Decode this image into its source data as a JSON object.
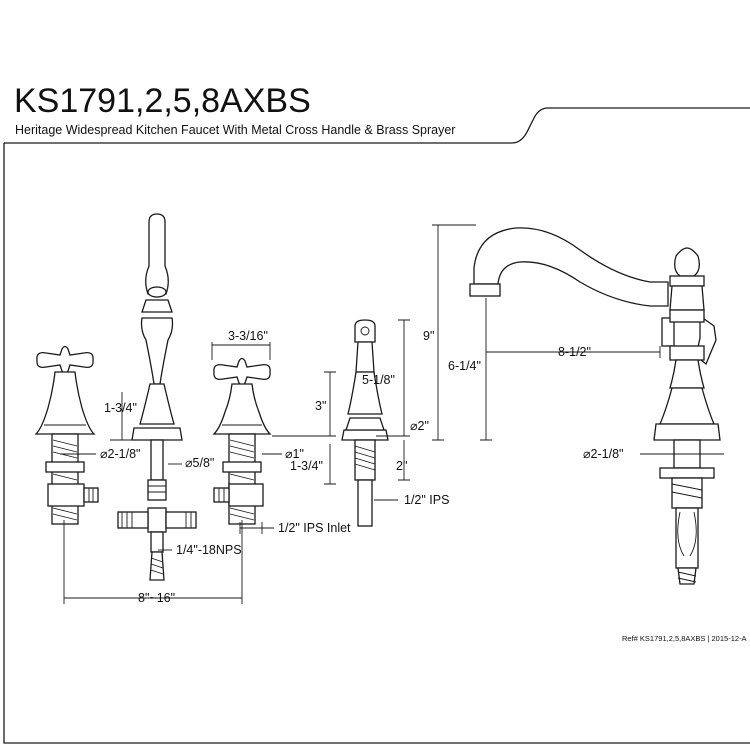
{
  "header": {
    "model": "KS1791,2,5,8AXBS",
    "description": "Heritage Widespread Kitchen Faucet With Metal Cross Handle & Brass Sprayer"
  },
  "dimensions": {
    "handle_width": "3-3/16\"",
    "spout_height": "9\"",
    "spout_clearance": "6-1/4\"",
    "spout_reach": "8-1/2\"",
    "sprayer_height": "5-1/8\"",
    "handle_height": "3\"",
    "stem_height": "1-3/4\"",
    "shank_length_left": "1-3/4\"",
    "shank_length_sprayer": "2\"",
    "base_diameter_left": "⌀2-1/8\"",
    "base_diameter_right": "⌀2-1/8\"",
    "hose_diameter": "⌀5/8\"",
    "shank_diameter": "⌀1\"",
    "sprayer_base_diameter": "⌀2\"",
    "inlet_thread": "1/4\"-18NPS",
    "valve_inlet": "1/2\" IPS Inlet",
    "sprayer_connection": "1/2\" IPS",
    "spread": "8\"~16\""
  },
  "footer": {
    "reference": "Ref# KS1791,2,5,8AXBS | 2015-12-A"
  }
}
